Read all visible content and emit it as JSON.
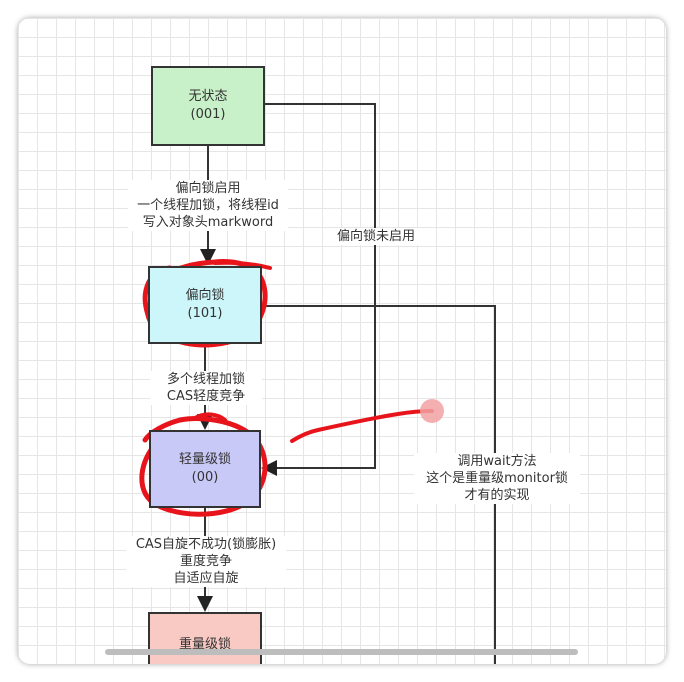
{
  "nodes": {
    "no_state": {
      "name": "无状态",
      "code": "(001)",
      "color": "#c9f1c9"
    },
    "biased_lock": {
      "name": "偏向锁",
      "code": "(101)",
      "color": "#cdf6fa"
    },
    "lightweight_lock": {
      "name": "轻量级锁",
      "code": "(00)",
      "color": "#c9c9f8"
    },
    "heavyweight_lock": {
      "name": "重量级锁",
      "color": "#f9c9c4"
    }
  },
  "edges": {
    "biased_enabled": [
      "偏向锁启用",
      "一个线程加锁，将线程id",
      "写入对象头markword"
    ],
    "biased_disabled": "偏向锁未启用",
    "multi_thread": [
      "多个线程加锁",
      "CAS轻度竞争"
    ],
    "cas_fail": [
      "CAS自旋不成功(锁膨胀)",
      "重度竞争",
      "自适应自旋"
    ],
    "wait_call": [
      "调用wait方法",
      "这个是重量级monitor锁",
      "才有的实现"
    ]
  },
  "colors": {
    "annotation": "#e8141b",
    "pointer": "#f2a2a2"
  }
}
